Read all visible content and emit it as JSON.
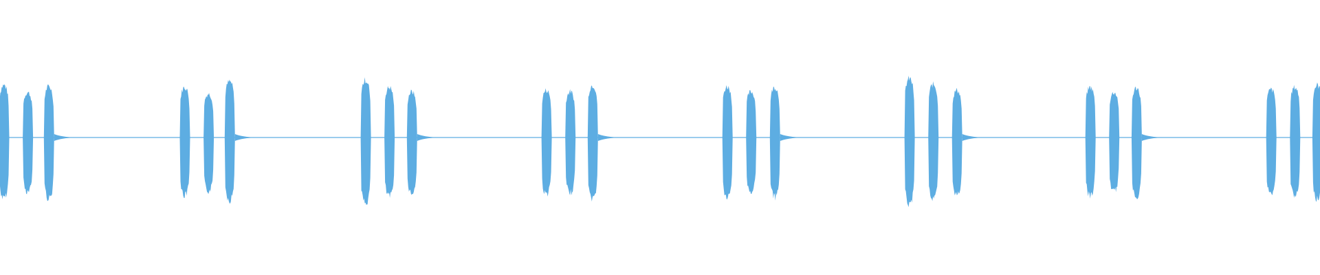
{
  "waveform": {
    "color": "#5dade2",
    "background": "#ffffff",
    "bursts": [
      [
        0.0,
        0.72,
        0.84
      ],
      [
        0.018,
        0.62,
        0.75
      ],
      [
        0.034,
        0.7,
        0.84
      ],
      [
        0.137,
        0.69,
        0.8
      ],
      [
        0.155,
        0.6,
        0.74
      ],
      [
        0.171,
        0.77,
        0.86
      ],
      [
        0.274,
        0.79,
        0.91
      ],
      [
        0.292,
        0.69,
        0.81
      ],
      [
        0.309,
        0.63,
        0.77
      ],
      [
        0.411,
        0.65,
        0.78
      ],
      [
        0.429,
        0.63,
        0.76
      ],
      [
        0.446,
        0.72,
        0.84
      ],
      [
        0.548,
        0.7,
        0.83
      ],
      [
        0.566,
        0.63,
        0.75
      ],
      [
        0.584,
        0.69,
        0.82
      ],
      [
        0.686,
        0.81,
        0.92
      ],
      [
        0.704,
        0.73,
        0.85
      ],
      [
        0.722,
        0.65,
        0.79
      ],
      [
        0.823,
        0.69,
        0.8
      ],
      [
        0.841,
        0.62,
        0.74
      ],
      [
        0.858,
        0.68,
        0.81
      ],
      [
        0.96,
        0.66,
        0.78
      ],
      [
        0.978,
        0.69,
        0.81
      ],
      [
        0.995,
        0.72,
        0.84
      ]
    ]
  }
}
